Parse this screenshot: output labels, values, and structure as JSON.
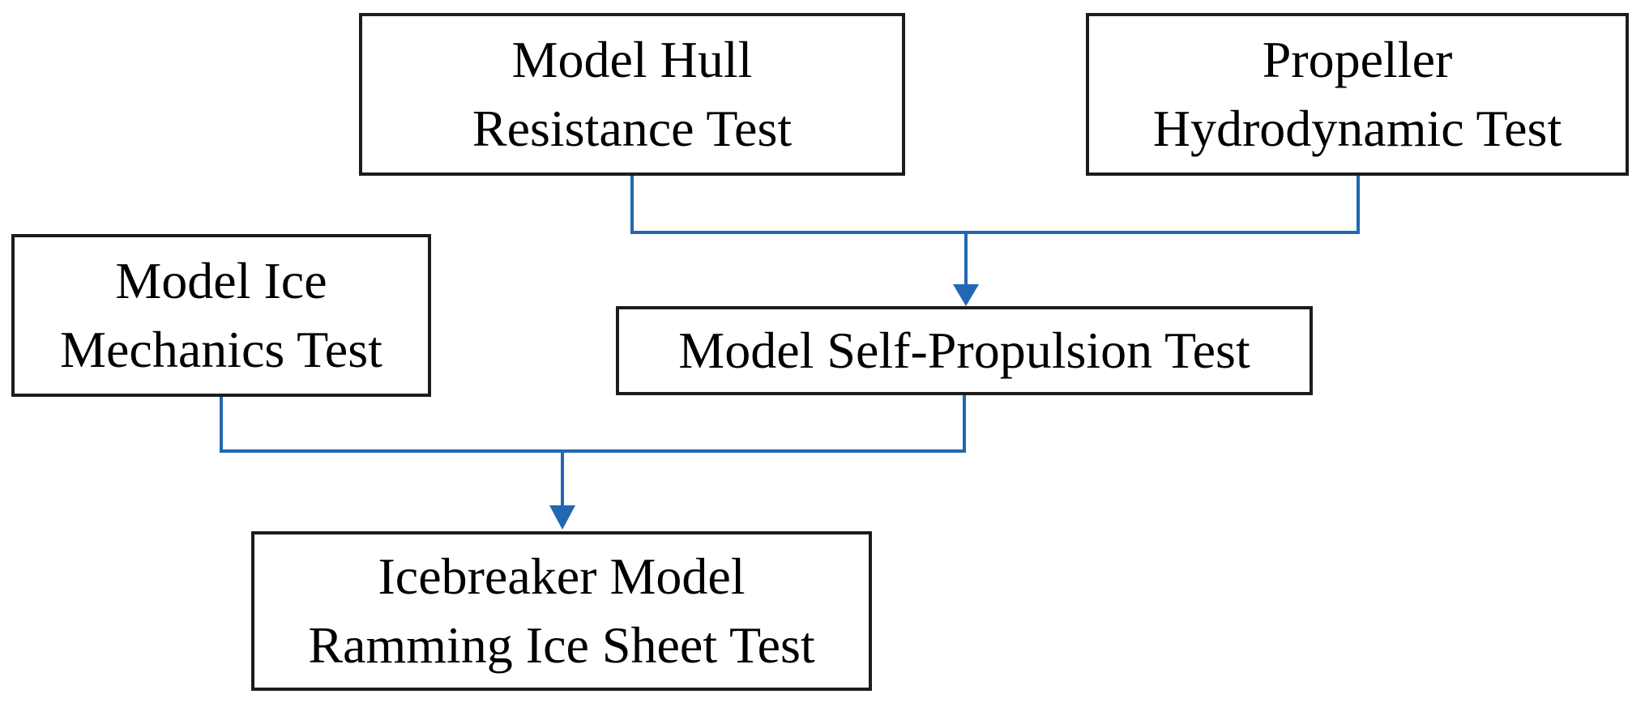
{
  "diagram": {
    "type": "flowchart",
    "nodes": [
      {
        "id": "model-hull-resistance-test",
        "label": "Model Hull\nResistance Test"
      },
      {
        "id": "propeller-hydrodynamic-test",
        "label": "Propeller\nHydrodynamic Test"
      },
      {
        "id": "model-ice-mechanics-test",
        "label": "Model Ice\nMechanics Test"
      },
      {
        "id": "model-self-propulsion-test",
        "label": "Model Self-Propulsion Test"
      },
      {
        "id": "icebreaker-model-ramming-ice-sheet-test",
        "label": "Icebreaker Model\nRamming Ice Sheet Test"
      }
    ],
    "edges": [
      {
        "from": "model-hull-resistance-test",
        "to": "model-self-propulsion-test"
      },
      {
        "from": "propeller-hydrodynamic-test",
        "to": "model-self-propulsion-test"
      },
      {
        "from": "model-ice-mechanics-test",
        "to": "icebreaker-model-ramming-ice-sheet-test"
      },
      {
        "from": "model-self-propulsion-test",
        "to": "icebreaker-model-ramming-ice-sheet-test"
      }
    ],
    "colors": {
      "connector": "#2068b2",
      "box_border": "#1c1c1c",
      "box_fill": "#ffffff",
      "text": "#000000",
      "background": "#ffffff"
    }
  }
}
